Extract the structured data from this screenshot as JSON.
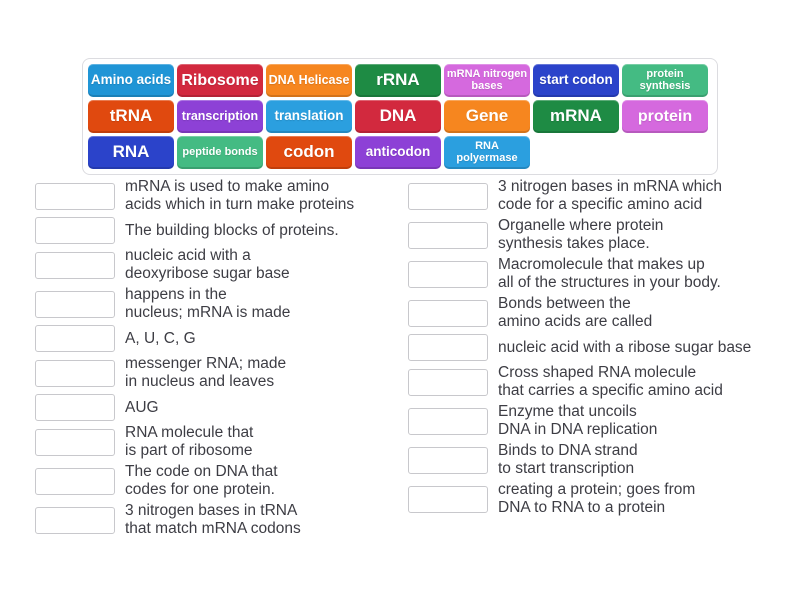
{
  "bank": {
    "tiles": [
      {
        "label": "Amino acids",
        "color": "#2095d6"
      },
      {
        "label": "Ribosome",
        "color": "#d2293e"
      },
      {
        "label": "DNA Helicase",
        "color": "#f6861f"
      },
      {
        "label": "rRNA",
        "color": "#1e8b44"
      },
      {
        "label": "mRNA nitrogen bases",
        "color": "#d569de"
      },
      {
        "label": "start codon",
        "color": "#2b43ca"
      },
      {
        "label": "protein synthesis",
        "color": "#44bb83"
      },
      {
        "label": "tRNA",
        "color": "#e0490f"
      },
      {
        "label": "transcription",
        "color": "#8d41d6"
      },
      {
        "label": "translation",
        "color": "#2b9fdf"
      },
      {
        "label": "DNA",
        "color": "#d2293e"
      },
      {
        "label": "Gene",
        "color": "#f6861f"
      },
      {
        "label": "mRNA",
        "color": "#1e8b44"
      },
      {
        "label": "protein",
        "color": "#d569de"
      },
      {
        "label": "RNA",
        "color": "#2b43ca"
      },
      {
        "label": "peptide bonds",
        "color": "#44bb83"
      },
      {
        "label": "codon",
        "color": "#e0490f"
      },
      {
        "label": "anticodon",
        "color": "#8d41d6"
      },
      {
        "label": "RNA polyermase",
        "color": "#2b9fdf"
      }
    ]
  },
  "left_column": [
    {
      "text": "mRNA is used to make amino\nacids which in turn make proteins"
    },
    {
      "text": "The building blocks of proteins."
    },
    {
      "text": "nucleic acid with a\ndeoxyribose sugar base"
    },
    {
      "text": "happens in the\nnucleus; mRNA is made"
    },
    {
      "text": "A, U, C, G"
    },
    {
      "text": "messenger RNA; made\nin nucleus and leaves"
    },
    {
      "text": "AUG"
    },
    {
      "text": "RNA molecule that\nis part of ribosome"
    },
    {
      "text": "The code on DNA that\ncodes for one protein."
    },
    {
      "text": "3 nitrogen bases in tRNA\nthat match mRNA codons"
    }
  ],
  "right_column": [
    {
      "text": "3 nitrogen bases in mRNA which\ncode for a specific amino acid"
    },
    {
      "text": "Organelle where protein\nsynthesis takes place."
    },
    {
      "text": "Macromolecule that makes up\nall of the structures in your body."
    },
    {
      "text": "Bonds between the\namino acids are called"
    },
    {
      "text": "nucleic acid with a ribose sugar base"
    },
    {
      "text": "Cross shaped RNA molecule\nthat carries a specific amino acid"
    },
    {
      "text": "Enzyme that uncoils\nDNA in DNA replication"
    },
    {
      "text": "Binds to DNA strand\nto start transcription"
    },
    {
      "text": "creating a protein; goes from\nDNA to RNA to a protein"
    }
  ]
}
